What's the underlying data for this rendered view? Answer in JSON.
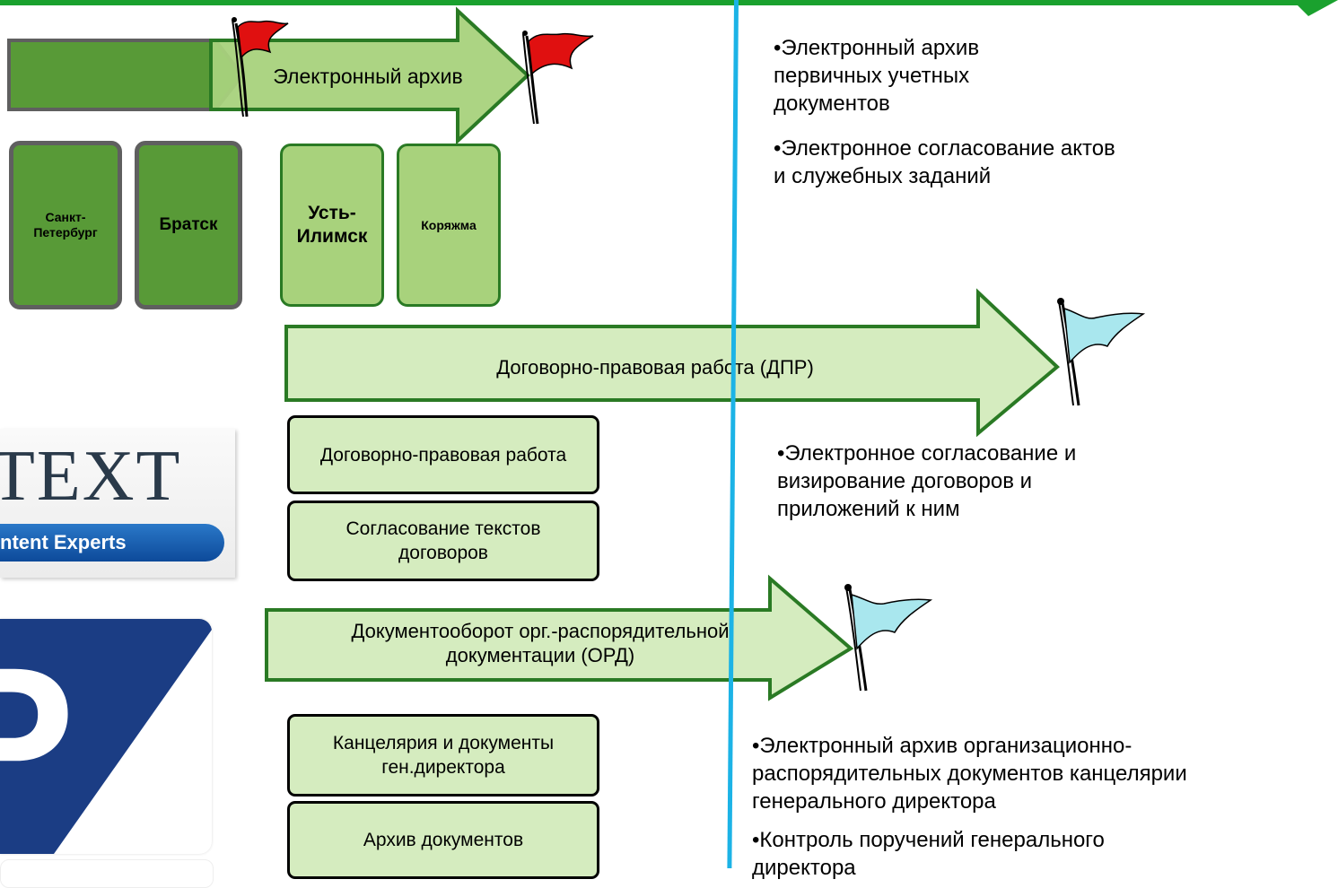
{
  "timeline": {
    "arrow1": {
      "label": "Электронный архив"
    },
    "arrow2": {
      "label": "Договорно-правовая работа (ДПР)"
    },
    "arrow3": {
      "label": "Документооборот орг.-распорядительной документации (ОРД)"
    }
  },
  "cities": [
    {
      "label": "Санкт-Петербург"
    },
    {
      "label": "Братск"
    },
    {
      "label": "Усть-Илимск"
    },
    {
      "label": "Коряжма"
    }
  ],
  "boxes": {
    "dpr": [
      "Договорно-правовая работа",
      "Согласование текстов договоров"
    ],
    "ord": [
      "Канцелярия и документы ген.директора",
      "Архив документов"
    ]
  },
  "bullets": {
    "archive": [
      "•Электронный архив первичных учетных документов",
      "•Электронное согласование актов и служебных заданий"
    ],
    "dpr": [
      "•Электронное согласование и визирование договоров и приложений к ним"
    ],
    "ord": [
      "•Электронный архив организационно-распорядительных документов канцелярии генерального директора",
      "•Контроль поручений генерального директора"
    ]
  },
  "logos": {
    "opentext": {
      "word": "TEXT",
      "tagline": "ntent Experts"
    },
    "sap": {
      "letter": "P"
    }
  },
  "colors": {
    "accent_green": "#1aa12e",
    "dark_green": "#589a37",
    "light_green": "#a8d27c",
    "pale_green": "#d5ecbf",
    "divider_blue": "#1cb3e6",
    "flag_red": "#e01010",
    "flag_cyan": "#a9e7ee",
    "sap_blue": "#1b3d84"
  }
}
